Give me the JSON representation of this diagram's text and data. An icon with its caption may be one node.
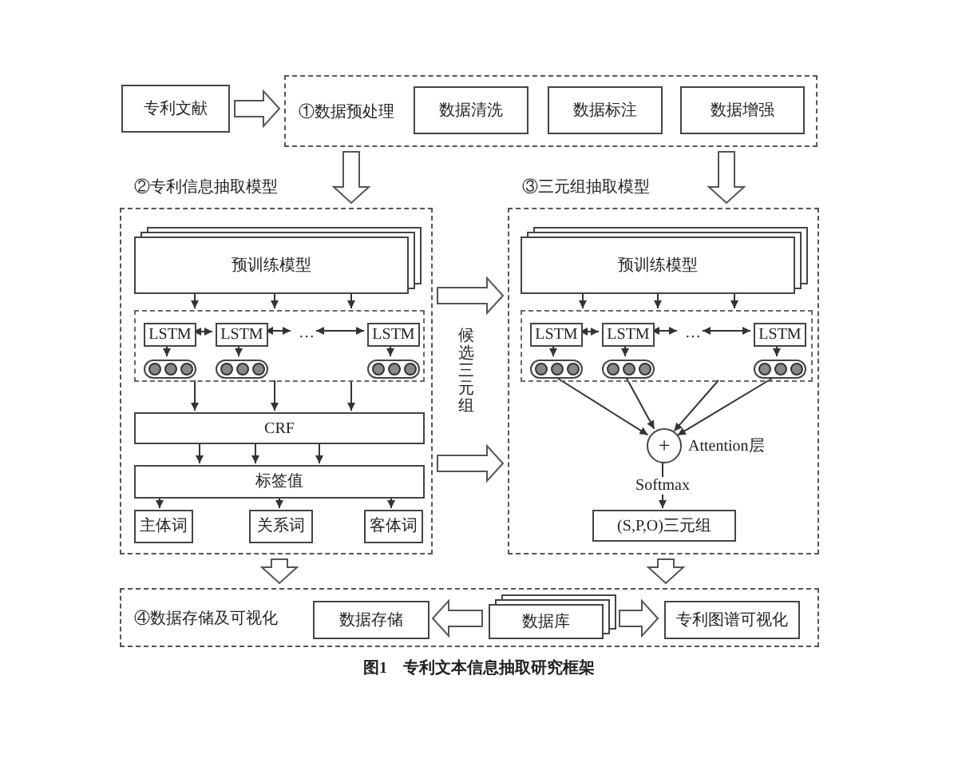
{
  "diagram": {
    "caption": "图1　专利文本信息抽取研究框架",
    "nodes": [
      {
        "text": [
          "专利文献"
        ]
      },
      {
        "text": [
          "①数据预处理"
        ]
      },
      {
        "text": [
          "数据清洗"
        ],
        "in": 1
      },
      {
        "text": [
          "数据标注"
        ],
        "in": 1
      },
      {
        "text": [
          "数据增强"
        ],
        "in": 1
      },
      {
        "text": [
          "②专利信息抽取模型"
        ]
      },
      {
        "text": [
          "预训练模型"
        ],
        "in": 5
      },
      {
        "text": [],
        "shape": "box",
        "in": 5
      },
      {
        "text": [
          "LSTM"
        ],
        "in": 7
      },
      {
        "text": [
          "LSTM"
        ],
        "in": 7
      },
      {
        "text": [
          "LSTM"
        ],
        "in": 7
      },
      {
        "text": [],
        "shape": "circle",
        "in": 7
      },
      {
        "text": [],
        "shape": "circle",
        "in": 7
      },
      {
        "text": [],
        "shape": "circle",
        "in": 7
      },
      {
        "text": [
          "CRF"
        ],
        "in": 5
      },
      {
        "text": [
          "标签值"
        ],
        "in": 5
      },
      {
        "text": [
          "主体词"
        ],
        "in": 5
      },
      {
        "text": [
          "关系词"
        ],
        "in": 5
      },
      {
        "text": [
          "客体词"
        ],
        "in": 5
      },
      {
        "text": [
          "③三元组抽取模型"
        ]
      },
      {
        "text": [
          "预训练模型"
        ],
        "in": 19
      },
      {
        "text": [],
        "shape": "box",
        "in": 19
      },
      {
        "text": [
          "LSTM"
        ],
        "in": 21
      },
      {
        "text": [
          "LSTM"
        ],
        "in": 21
      },
      {
        "text": [
          "LSTM"
        ],
        "in": 21
      },
      {
        "text": [],
        "shape": "circle",
        "in": 21
      },
      {
        "text": [],
        "shape": "circle",
        "in": 21
      },
      {
        "text": [],
        "shape": "circle",
        "in": 21
      },
      {
        "text": [
          "+"
        ],
        "beside": [
          "Attention层"
        ],
        "in": 19
      },
      {
        "text": [
          "(S,P,O)三元组"
        ],
        "in": 19
      },
      {
        "text": [
          "④数据存储及可视化"
        ]
      },
      {
        "text": [
          "数据存储"
        ],
        "in": 30
      },
      {
        "text": [
          "数据库"
        ],
        "in": 30
      },
      {
        "text": [
          "专利图谱可视化"
        ],
        "in": 30
      },
      {
        "text": [
          "…"
        ],
        "in": 7
      },
      {
        "text": [
          "…"
        ],
        "in": 21
      }
    ],
    "edges": [
      {
        "from": 0,
        "to": 1,
        "arrow": "to",
        "style": "thick"
      },
      {
        "from": 1,
        "to": 5,
        "arrow": "to",
        "style": "thick"
      },
      {
        "from": 1,
        "to": 19,
        "arrow": "to",
        "style": "thick"
      },
      {
        "from": 5,
        "to": 19,
        "arrow": "to",
        "style": "thick"
      },
      {
        "from": 5,
        "to": 19,
        "arrow": "to",
        "style": "thick"
      },
      {
        "from": 5,
        "to": 30,
        "arrow": "to",
        "style": "thick"
      },
      {
        "from": 19,
        "to": 30,
        "arrow": "to",
        "style": "thick"
      },
      {
        "from": 32,
        "to": 31,
        "arrow": "to",
        "style": "thick"
      },
      {
        "from": 32,
        "to": 33,
        "arrow": "to",
        "style": "thick"
      },
      {
        "from": 6,
        "to": 7,
        "arrow": "to"
      },
      {
        "from": 6,
        "to": 7,
        "arrow": "to"
      },
      {
        "from": 6,
        "to": 7,
        "arrow": "to"
      },
      {
        "from": 8,
        "to": 9,
        "arrow": "both"
      },
      {
        "from": 9,
        "to": 34,
        "arrow": "both"
      },
      {
        "from": 34,
        "to": 10,
        "arrow": "both"
      },
      {
        "from": 8,
        "to": 11,
        "arrow": "to"
      },
      {
        "from": 9,
        "to": 12,
        "arrow": "to"
      },
      {
        "from": 10,
        "to": 13,
        "arrow": "to"
      },
      {
        "from": 7,
        "to": 14,
        "arrow": "to"
      },
      {
        "from": 7,
        "to": 14,
        "arrow": "to"
      },
      {
        "from": 7,
        "to": 14,
        "arrow": "to"
      },
      {
        "from": 14,
        "to": 15,
        "arrow": "to"
      },
      {
        "from": 14,
        "to": 15,
        "arrow": "to"
      },
      {
        "from": 14,
        "to": 15,
        "arrow": "to"
      },
      {
        "from": 15,
        "to": 16,
        "arrow": "to"
      },
      {
        "from": 15,
        "to": 17,
        "arrow": "to"
      },
      {
        "from": 15,
        "to": 18,
        "arrow": "to"
      },
      {
        "from": 20,
        "to": 21,
        "arrow": "to"
      },
      {
        "from": 20,
        "to": 21,
        "arrow": "to"
      },
      {
        "from": 20,
        "to": 21,
        "arrow": "to"
      },
      {
        "from": 22,
        "to": 23,
        "arrow": "both"
      },
      {
        "from": 23,
        "to": 35,
        "arrow": "both"
      },
      {
        "from": 35,
        "to": 24,
        "arrow": "both"
      },
      {
        "from": 22,
        "to": 25,
        "arrow": "to"
      },
      {
        "from": 23,
        "to": 26,
        "arrow": "to"
      },
      {
        "from": 24,
        "to": 27,
        "arrow": "to"
      },
      {
        "from": 25,
        "to": 28,
        "arrow": "to"
      },
      {
        "from": 26,
        "to": 28,
        "arrow": "to"
      },
      {
        "from": 21,
        "to": 28,
        "arrow": "to"
      },
      {
        "from": 27,
        "to": 28,
        "arrow": "to"
      },
      {
        "from": 28,
        "to": 29,
        "arrow": "to",
        "label": "Softmax"
      }
    ],
    "labels": [
      "候选三元组"
    ]
  }
}
